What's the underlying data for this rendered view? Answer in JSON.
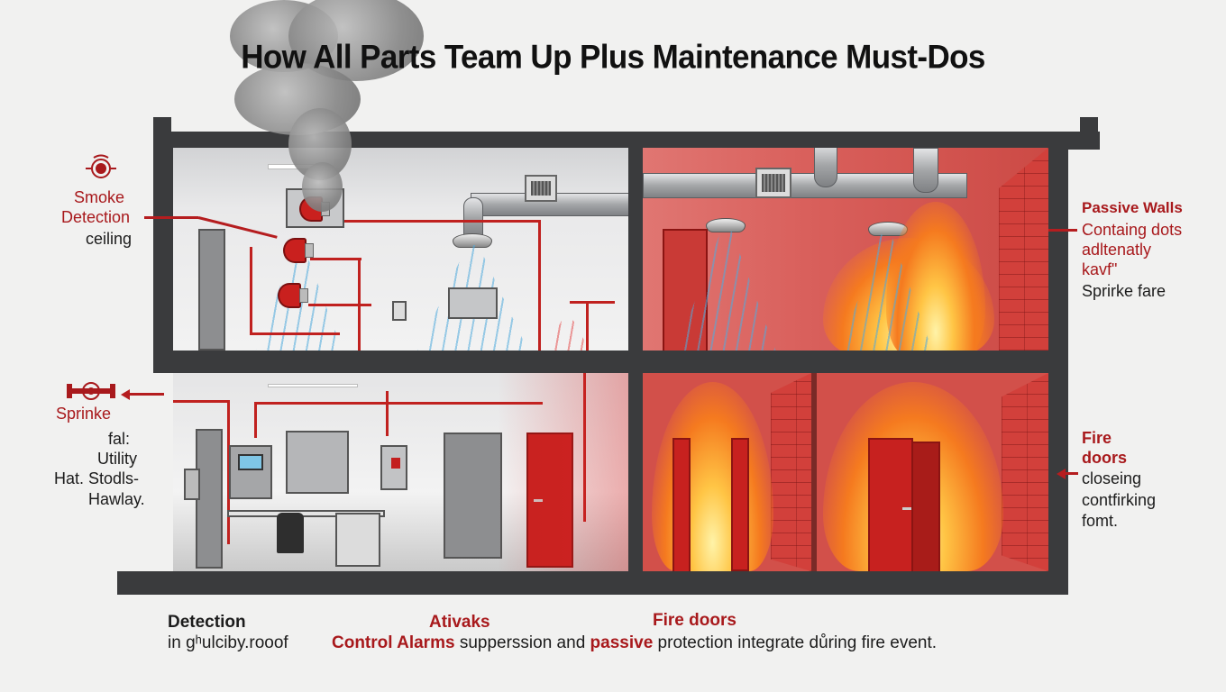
{
  "title": "How All Parts Team Up Plus Maintenance Must-Dos",
  "colors": {
    "accent_red": "#a8191c",
    "pipe_red": "#c0211f",
    "structure_dark": "#3a3b3d",
    "background": "#f1f1f0",
    "water_blue": "#50aadc",
    "fire_orange": "#f57a1f"
  },
  "left_callouts": {
    "smoke_detection": {
      "icon": "smoke-detector-icon",
      "heading_line1": "Smoke",
      "heading_line2": "Detection",
      "sub": "ceiling"
    },
    "sprinkler": {
      "icon": "sprinkler-valve-icon",
      "heading": "Sprinke",
      "lines": [
        "fal:",
        "Utility",
        "Hat. Stodls-",
        "Hawlay."
      ]
    }
  },
  "right_callouts": {
    "passive_walls": {
      "heading": "Passive Walls",
      "lines_red": [
        "Containg dots",
        "adltenatly",
        "kavf\""
      ],
      "line_dark": "Sprirke fare"
    },
    "fire_doors": {
      "heading_line1": "Fire",
      "heading_line2": "doors",
      "lines": [
        "closeing",
        "contfirking",
        "fomt."
      ]
    }
  },
  "bottom_captions": {
    "col1_heading": "Detection",
    "col1_text": "in gʰulciby.rooof",
    "col2_heading": "Ativaks",
    "col3_heading": "Fire doors",
    "summary_part1": "Control Alarms",
    "summary_part2": " supperssion and ",
    "summary_part3": "passive",
    "summary_part4": " protection integrate důring fire event."
  },
  "building": {
    "rooms": [
      {
        "id": "top-left",
        "state": "smoke alarm activated, sprinklers spraying",
        "tone": "grey"
      },
      {
        "id": "top-right",
        "state": "sprinklers suppressing fire",
        "tone": "red"
      },
      {
        "id": "bottom-left",
        "state": "control room with fire alarm control panel",
        "tone": "grey"
      },
      {
        "id": "bottom-right",
        "state": "fire contained behind fire doors and brick walls",
        "tone": "red"
      }
    ]
  }
}
